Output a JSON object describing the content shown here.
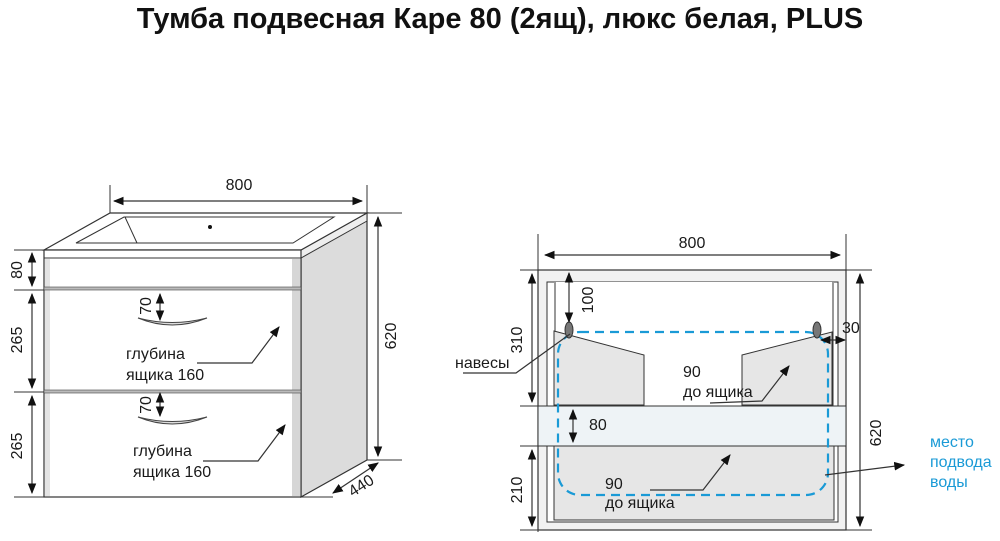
{
  "title": "Тумба подвесная Каре 80 (2ящ), люкс белая, PLUS",
  "front_view": {
    "width": "800",
    "height_total": "620",
    "depth": "440",
    "top_band": "80",
    "drawer_upper": "265",
    "drawer_lower": "265",
    "handle_offset_upper": "70",
    "handle_offset_lower": "70",
    "drawer_depth_upper": [
      "глубина",
      "ящика 160"
    ],
    "drawer_depth_lower": [
      "глубина",
      "ящика 160"
    ]
  },
  "back_view": {
    "width": "800",
    "height_total": "620",
    "upper_zone": "310",
    "hinge_offset_top": "100",
    "hinge_offset_side": "30",
    "middle_band": "80",
    "lower_zone": "210",
    "hinges_label": "навесы",
    "upper_clearance": [
      "90",
      "до ящика"
    ],
    "lower_clearance": [
      "90",
      "до ящика"
    ],
    "water_supply": [
      "место",
      "подвода",
      "воды"
    ]
  },
  "colors": {
    "water_zone": "#1a9ad6",
    "panel": "#dcdcdc"
  }
}
